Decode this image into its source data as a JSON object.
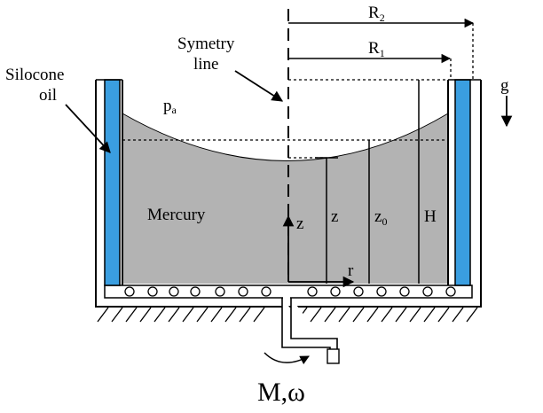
{
  "labels": {
    "silicone_oil_line1": "Silocone",
    "silicone_oil_line2": "oil",
    "symmetry_line1": "Symetry",
    "symmetry_line2": "line",
    "ambient_pressure": "p",
    "ambient_pressure_sub": "a",
    "mercury": "Mercury",
    "radius_outer": "R",
    "radius_outer_sub": "2",
    "radius_inner": "R",
    "radius_inner_sub": "1",
    "gravity": "g",
    "axis_z": "z",
    "axis_r": "r",
    "height_z": "z",
    "height_z0": "z",
    "height_z0_sub": "0",
    "height_H": "H",
    "drive": "M,ω"
  },
  "colors": {
    "mercury": "#b3b3b3",
    "silicone_oil": "#3a9ee0",
    "line": "#000000"
  }
}
